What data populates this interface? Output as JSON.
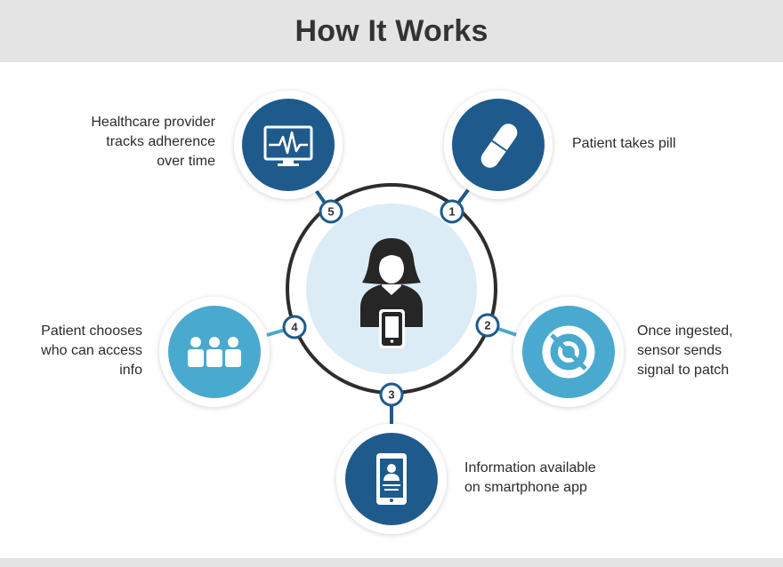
{
  "header": {
    "title": "How It Works"
  },
  "center": {
    "icon": "patient-with-phone-icon"
  },
  "steps": [
    {
      "number": "1",
      "icon": "pill-icon",
      "label_lines": [
        "Patient takes pill"
      ]
    },
    {
      "number": "2",
      "icon": "sensor-signal-icon",
      "label_lines": [
        "Once ingested,",
        "sensor sends",
        "signal to patch"
      ]
    },
    {
      "number": "3",
      "icon": "smartphone-profile-icon",
      "label_lines": [
        "Information available",
        "on smartphone app"
      ]
    },
    {
      "number": "4",
      "icon": "group-people-icon",
      "label_lines": [
        "Patient chooses",
        "who can access",
        "info"
      ]
    },
    {
      "number": "5",
      "icon": "heart-monitor-icon",
      "label_lines": [
        "Healthcare provider",
        "tracks adherence",
        "over time"
      ]
    }
  ],
  "colors": {
    "dark_blue": "#1f5a8c",
    "light_blue": "#4aa9cf",
    "center_fill": "#dcecf7",
    "ring": "#2d2d2d",
    "header_bg": "#e4e4e4"
  }
}
